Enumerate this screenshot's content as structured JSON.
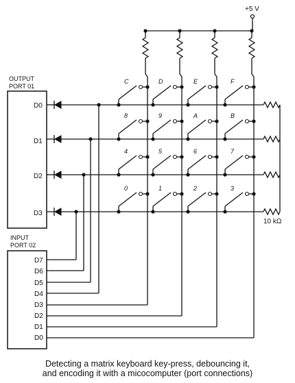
{
  "supply": {
    "label": "+5 V"
  },
  "output_port": {
    "title_line1": "OUTPUT",
    "title_line2": "PORT 01",
    "pins": [
      "D0",
      "D1",
      "D2",
      "D3"
    ]
  },
  "input_port": {
    "title_line1": "INPUT",
    "title_line2": "PORT 02",
    "pins": [
      "D7",
      "D6",
      "D5",
      "D4",
      "D3",
      "D2",
      "D1",
      "D0"
    ]
  },
  "keypad": {
    "rows": [
      [
        "C",
        "D",
        "E",
        "F"
      ],
      [
        "8",
        "9",
        "A",
        "B"
      ],
      [
        "4",
        "5",
        "6",
        "7"
      ],
      [
        "0",
        "1",
        "2",
        "3"
      ]
    ]
  },
  "pulldown_resistor": {
    "label": "10 kΩ"
  },
  "caption": {
    "line1": "Detecting a matrix keyboard key-press, debouncing it,",
    "line2": "and encoding it with a micocomputer (port connections)"
  }
}
